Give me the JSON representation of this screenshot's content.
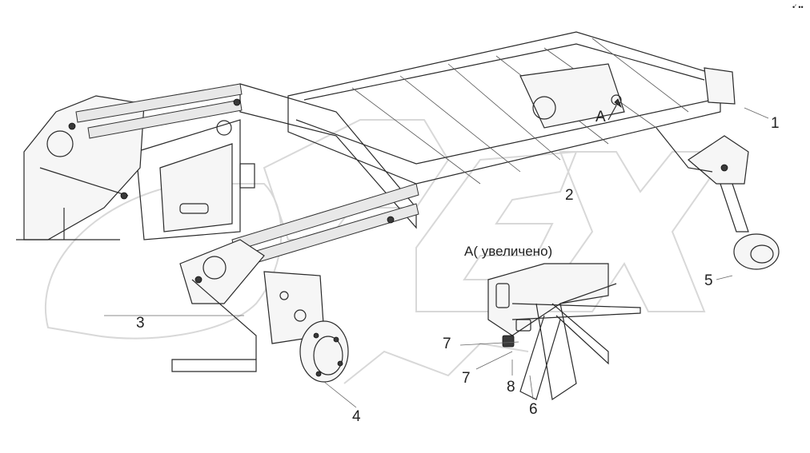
{
  "callouts": {
    "c1": "1",
    "c2": "2",
    "c3": "3",
    "c4": "4",
    "c5": "5",
    "c6": "6",
    "c7a": "7",
    "c7b": "7",
    "c8": "8",
    "arrow_a": "A"
  },
  "detail_caption": "A( увеличено)",
  "corner_mark": "•′ ••",
  "colors": {
    "line": "#2a2a2a",
    "watermark": "#d8d8d8",
    "background": "#ffffff"
  }
}
